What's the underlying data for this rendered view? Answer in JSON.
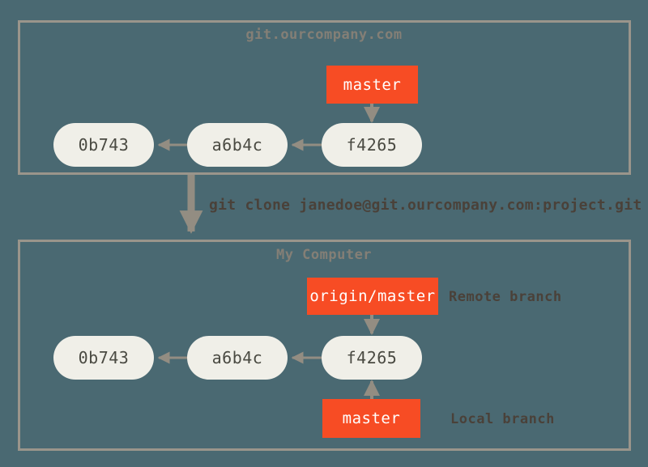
{
  "diagram": {
    "background_color": "#4a6972",
    "accent_color": "#f74c24",
    "node_color": "#f0efe8",
    "border_color": "#9a958b",
    "arrow_color": "#938d82",
    "title_color": "#847f76",
    "label_color": "#4a4139"
  },
  "remote": {
    "title": "git.ourcompany.com",
    "commits": [
      {
        "id": "0b743"
      },
      {
        "id": "a6b4c"
      },
      {
        "id": "f4265"
      }
    ],
    "branches": [
      {
        "label": "master"
      }
    ]
  },
  "command": {
    "text": "git clone janedoe@git.ourcompany.com:project.git"
  },
  "local": {
    "title": "My Computer",
    "commits": [
      {
        "id": "0b743"
      },
      {
        "id": "a6b4c"
      },
      {
        "id": "f4265"
      }
    ],
    "branches": [
      {
        "label": "origin/master",
        "annotation": "Remote branch"
      },
      {
        "label": "master",
        "annotation": "Local branch"
      }
    ]
  }
}
